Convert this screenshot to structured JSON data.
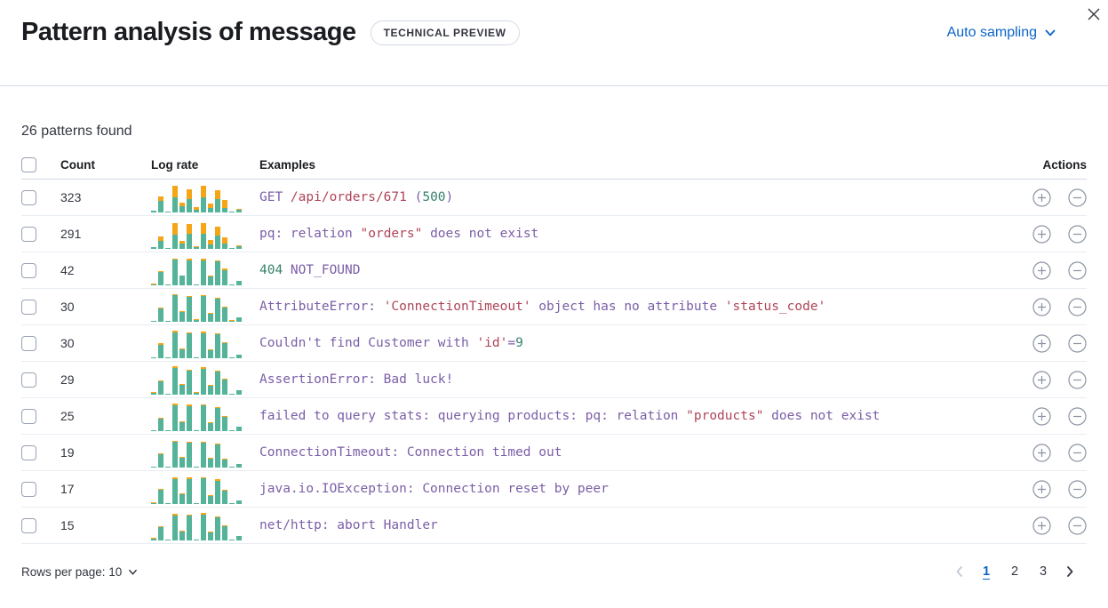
{
  "header": {
    "title": "Pattern analysis of message",
    "badge": "TECHNICAL PREVIEW",
    "sampling_label": "Auto sampling"
  },
  "summary": "26 patterns found",
  "colors": {
    "accent_blue": "#0B64C9",
    "token_purple": "#7B5EA7",
    "token_red": "#AF4457",
    "token_green": "#34816B",
    "spark_teal": "#54B399",
    "spark_orange": "#F6A516"
  },
  "table": {
    "columns": {
      "count": "Count",
      "log_rate": "Log rate",
      "examples": "Examples",
      "actions": "Actions"
    },
    "rows": [
      {
        "count": "323",
        "example": [
          {
            "t": "GET ",
            "c": "p"
          },
          {
            "t": "/api/orders/671",
            "c": "r"
          },
          {
            "t": " (",
            "c": "p"
          },
          {
            "t": "500",
            "c": "g"
          },
          {
            "t": ")",
            "c": "p"
          }
        ],
        "bars": [
          [
            6,
            0
          ],
          [
            40,
            14
          ],
          [
            3,
            0
          ],
          [
            50,
            40
          ],
          [
            20,
            13
          ],
          [
            46,
            32
          ],
          [
            8,
            8
          ],
          [
            50,
            38
          ],
          [
            14,
            16
          ],
          [
            46,
            30
          ],
          [
            14,
            26
          ],
          [
            4,
            0
          ],
          [
            10,
            4
          ]
        ]
      },
      {
        "count": "291",
        "example": [
          {
            "t": "pq: relation ",
            "c": "p"
          },
          {
            "t": "\"orders\"",
            "c": "r"
          },
          {
            "t": " does not exist",
            "c": "p"
          }
        ],
        "bars": [
          [
            5,
            0
          ],
          [
            26,
            14
          ],
          [
            3,
            0
          ],
          [
            48,
            38
          ],
          [
            17,
            10
          ],
          [
            50,
            32
          ],
          [
            5,
            3
          ],
          [
            50,
            36
          ],
          [
            15,
            14
          ],
          [
            45,
            30
          ],
          [
            17,
            22
          ],
          [
            4,
            0
          ],
          [
            9,
            4
          ]
        ]
      },
      {
        "count": "42",
        "example": [
          {
            "t": "404",
            "c": "g"
          },
          {
            "t": " NOT_FOUND",
            "c": "p"
          }
        ],
        "bars": [
          [
            4,
            2
          ],
          [
            44,
            2
          ],
          [
            3,
            0
          ],
          [
            88,
            4
          ],
          [
            34,
            0
          ],
          [
            84,
            5
          ],
          [
            4,
            0
          ],
          [
            86,
            5
          ],
          [
            30,
            2
          ],
          [
            82,
            4
          ],
          [
            50,
            5
          ],
          [
            4,
            0
          ],
          [
            14,
            0
          ]
        ]
      },
      {
        "count": "30",
        "example": [
          {
            "t": "AttributeError: ",
            "c": "p"
          },
          {
            "t": "'ConnectionTimeout'",
            "c": "r"
          },
          {
            "t": " object has no attribute ",
            "c": "p"
          },
          {
            "t": "'status_code'",
            "c": "r"
          }
        ],
        "bars": [
          [
            4,
            0
          ],
          [
            46,
            3
          ],
          [
            3,
            0
          ],
          [
            90,
            4
          ],
          [
            32,
            2
          ],
          [
            84,
            3
          ],
          [
            5,
            2
          ],
          [
            88,
            4
          ],
          [
            28,
            2
          ],
          [
            80,
            3
          ],
          [
            48,
            3
          ],
          [
            4,
            2
          ],
          [
            14,
            0
          ]
        ]
      },
      {
        "count": "30",
        "example": [
          {
            "t": "Couldn't find Customer with ",
            "c": "p"
          },
          {
            "t": "'id'",
            "c": "r"
          },
          {
            "t": "=",
            "c": "p"
          },
          {
            "t": "9",
            "c": "g"
          }
        ],
        "bars": [
          [
            4,
            0
          ],
          [
            44,
            5
          ],
          [
            3,
            0
          ],
          [
            88,
            6
          ],
          [
            30,
            3
          ],
          [
            86,
            4
          ],
          [
            4,
            0
          ],
          [
            86,
            5
          ],
          [
            28,
            4
          ],
          [
            82,
            4
          ],
          [
            50,
            3
          ],
          [
            4,
            0
          ],
          [
            13,
            0
          ]
        ]
      },
      {
        "count": "29",
        "example": [
          {
            "t": "AssertionError: Bad luck!",
            "c": "p"
          }
        ],
        "bars": [
          [
            5,
            2
          ],
          [
            45,
            3
          ],
          [
            3,
            0
          ],
          [
            90,
            5
          ],
          [
            32,
            2
          ],
          [
            82,
            4
          ],
          [
            5,
            2
          ],
          [
            88,
            5
          ],
          [
            30,
            2
          ],
          [
            80,
            4
          ],
          [
            52,
            3
          ],
          [
            4,
            0
          ],
          [
            15,
            0
          ]
        ]
      },
      {
        "count": "25",
        "example": [
          {
            "t": "failed to query stats: querying products: pq: relation ",
            "c": "p"
          },
          {
            "t": "\"products\"",
            "c": "r"
          },
          {
            "t": " does not exist",
            "c": "p"
          }
        ],
        "bars": [
          [
            4,
            0
          ],
          [
            42,
            3
          ],
          [
            3,
            0
          ],
          [
            88,
            5
          ],
          [
            30,
            3
          ],
          [
            86,
            5
          ],
          [
            4,
            0
          ],
          [
            88,
            4
          ],
          [
            28,
            3
          ],
          [
            78,
            4
          ],
          [
            48,
            4
          ],
          [
            4,
            0
          ],
          [
            14,
            0
          ]
        ]
      },
      {
        "count": "19",
        "example": [
          {
            "t": "ConnectionTimeout: Connection timed out",
            "c": "p"
          }
        ],
        "bars": [
          [
            4,
            0
          ],
          [
            46,
            4
          ],
          [
            3,
            0
          ],
          [
            88,
            4
          ],
          [
            34,
            2
          ],
          [
            84,
            4
          ],
          [
            4,
            0
          ],
          [
            86,
            4
          ],
          [
            30,
            3
          ],
          [
            80,
            4
          ],
          [
            26,
            3
          ],
          [
            4,
            0
          ],
          [
            12,
            0
          ]
        ]
      },
      {
        "count": "17",
        "example": [
          {
            "t": "java.io.IOException: Connection reset by peer",
            "c": "p"
          }
        ],
        "bars": [
          [
            4,
            2
          ],
          [
            48,
            3
          ],
          [
            3,
            0
          ],
          [
            86,
            6
          ],
          [
            32,
            3
          ],
          [
            84,
            5
          ],
          [
            4,
            0
          ],
          [
            88,
            4
          ],
          [
            28,
            2
          ],
          [
            78,
            5
          ],
          [
            46,
            3
          ],
          [
            4,
            0
          ],
          [
            13,
            0
          ]
        ]
      },
      {
        "count": "15",
        "example": [
          {
            "t": "net/http: abort Handler",
            "c": "p"
          }
        ],
        "bars": [
          [
            6,
            4
          ],
          [
            44,
            4
          ],
          [
            3,
            0
          ],
          [
            86,
            5
          ],
          [
            30,
            3
          ],
          [
            84,
            4
          ],
          [
            4,
            0
          ],
          [
            88,
            5
          ],
          [
            28,
            3
          ],
          [
            80,
            4
          ],
          [
            48,
            4
          ],
          [
            4,
            0
          ],
          [
            14,
            0
          ]
        ]
      }
    ]
  },
  "footer": {
    "rows_per_page_label": "Rows per page: 10",
    "pages": [
      "1",
      "2",
      "3"
    ],
    "active_page": "1"
  }
}
